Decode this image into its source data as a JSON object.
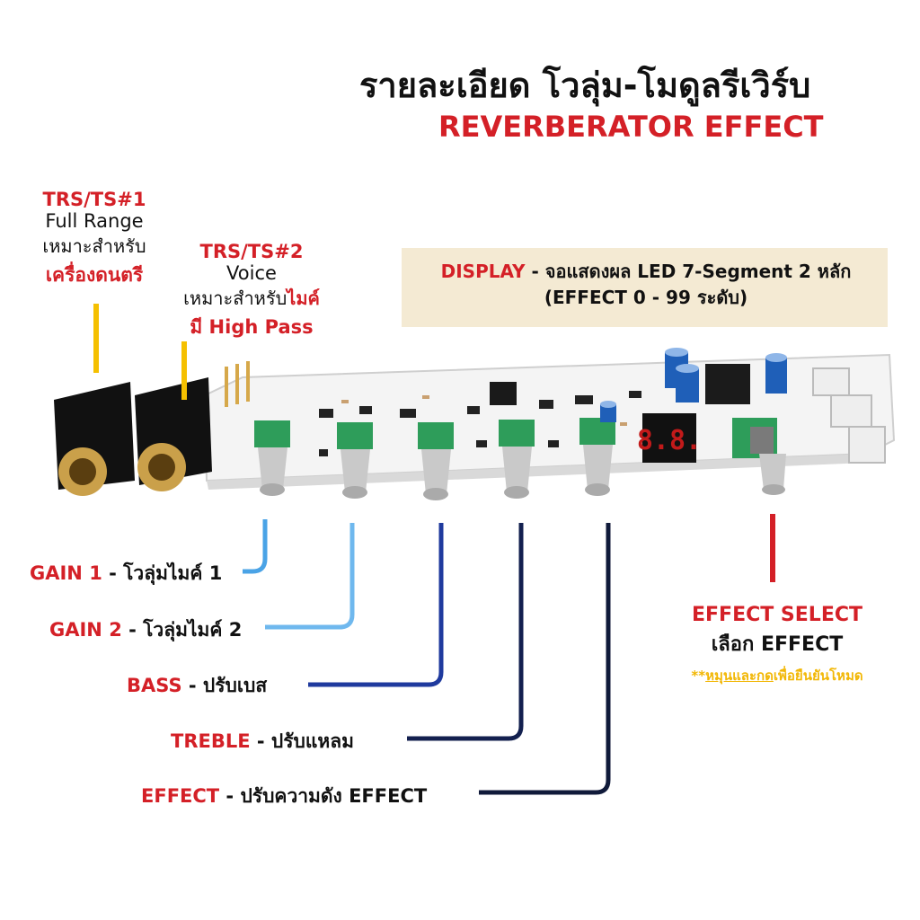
{
  "title": {
    "thai": "รายละเอียด โวลุ่ม-โมดูลรีเวิร์บ",
    "english": "REVERBERATOR EFFECT"
  },
  "inputs": [
    {
      "name": "TRS/TS#1",
      "line2": "Full Range",
      "line3": "เหมาะสำหรับ",
      "line4": "เครื่องดนตรี"
    },
    {
      "name": "TRS/TS#2",
      "line2": "Voice",
      "line3a": "เหมาะสำหรับ",
      "line3b": "ไมค์",
      "line4": "มี High Pass"
    }
  ],
  "display": {
    "label": "DISPLAY",
    "desc": " - จอแสดงผล LED 7-Segment 2 หลัก",
    "line2": "(EFFECT 0 - 99 ระดับ)",
    "segment_text": "8.8."
  },
  "controls": [
    {
      "key": "GAIN 1",
      "desc": " - โวลุ่มไมค์ 1",
      "color": "#4aa3e6"
    },
    {
      "key": "GAIN 2",
      "desc": " - โวลุ่มไมค์ 2",
      "color": "#6fb8ee"
    },
    {
      "key": "BASS",
      "desc": " - ปรับเบส",
      "color": "#1f3a9e"
    },
    {
      "key": "TREBLE",
      "desc": " - ปรับแหลม",
      "color": "#13204f"
    },
    {
      "key": "EFFECT",
      "desc": " - ปรับความดัง EFFECT",
      "color": "#101a3a"
    }
  ],
  "effect_select": {
    "key": "EFFECT SELECT",
    "line2": "เลือก EFFECT",
    "note_prefix": "**",
    "note_underlined": "หมุนและกด",
    "note_rest": "เพื่อยืนยันโหมด",
    "note_color": "#f2b705"
  },
  "colors": {
    "accent_red": "#d42027",
    "jack_marker": "#f5c000",
    "display_bg": "#f4ead3",
    "pot_green": "#2e9d5a"
  }
}
